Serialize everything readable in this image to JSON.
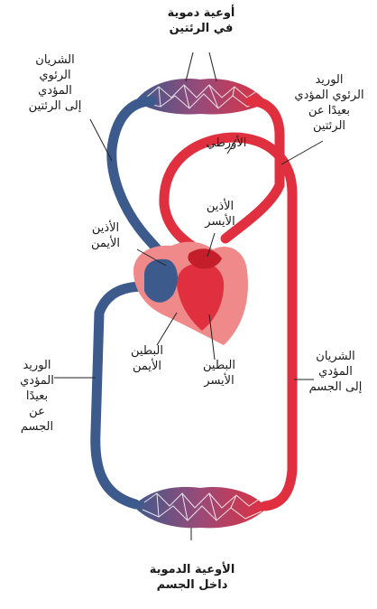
{
  "labels": {
    "lung_capillaries": "أوعية دموية\nفي الرئتين",
    "pulmonary_artery": "الشريان\nالرئوي\nالمؤدي\nإلى الرئتين",
    "pulmonary_vein": "الوريد\nالرئوي المؤدي\nبعيدًا عن\nالرئتين",
    "aorta": "الأورطي",
    "left_atrium": "الأذين\nالأيسر",
    "right_atrium": "الأذين\nالأيمن",
    "right_ventricle": "البطين\nالأيمن",
    "left_ventricle": "البطين\nالأيسر",
    "body_vein": "الوريد\nالمؤدي\nبعيدًا\nعن\nالجسم",
    "body_artery": "الشريان\nالمؤدي\nإلى الجسم",
    "body_capillaries": "الأوعية الدموية\nداخل الجسم"
  },
  "colors": {
    "oxygenated": "#e03040",
    "deoxygenated": "#3d5a8c",
    "heart_outer": "#f08a8a",
    "leader": "#222222"
  }
}
